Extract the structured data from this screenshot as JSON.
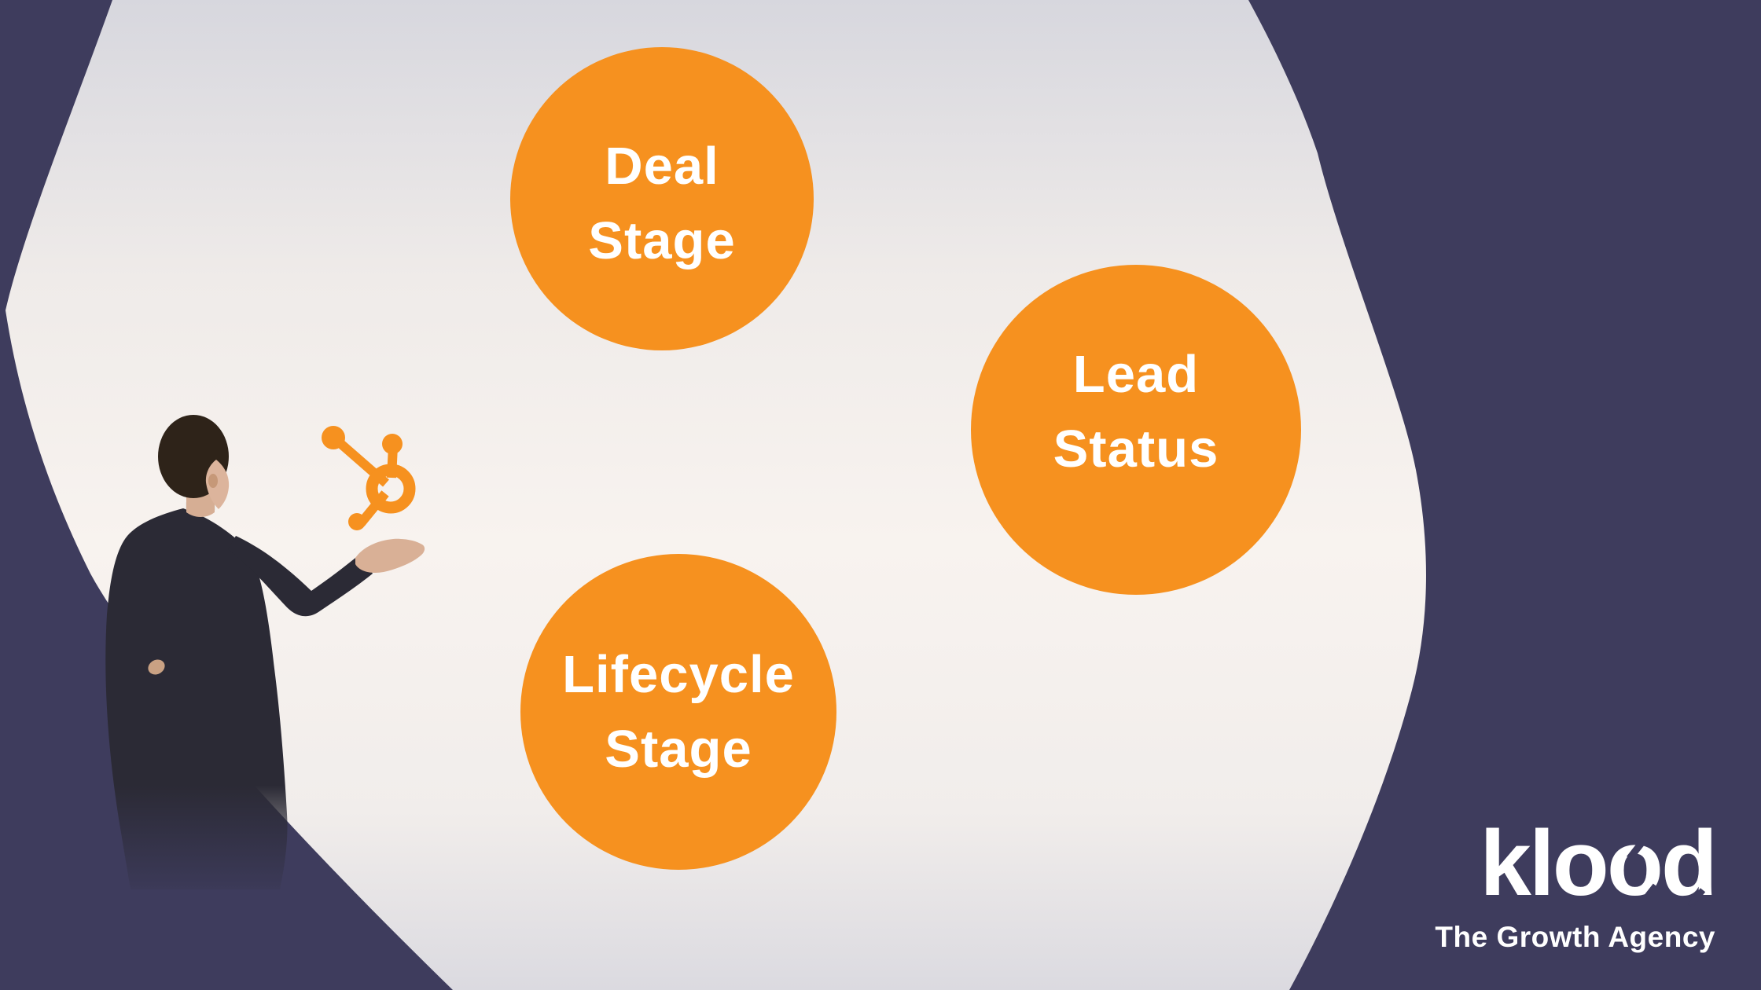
{
  "slide": {
    "bubbles": [
      {
        "id": "deal-stage",
        "line1": "Deal",
        "line2": "Stage"
      },
      {
        "id": "lead-status",
        "line1": "Lead",
        "line2": "Status"
      },
      {
        "id": "lifecycle-stage",
        "line1": "Lifecycle",
        "line2": "Stage"
      }
    ],
    "colors": {
      "background_navy": "#3E3C5D",
      "accent_orange": "#F6911F",
      "bubble_text": "#FFFFFF",
      "blob_top_grey": "#D8D8DE",
      "blob_warm_white": "#F8F3EF",
      "blob_bottom_grey": "#DCDBE1",
      "suit_dark": "#2B2A35",
      "skin_tone": "#D9B096"
    },
    "icons": {
      "hubspot_sprocket_icon": "orange sprocket: ring hub with three spoke balls"
    }
  },
  "branding": {
    "wordmark": "klood",
    "wordmark_kl": "kl",
    "wordmark_o1": "o",
    "wordmark_o2": "o",
    "wordmark_d": "d",
    "tagline": "The Growth Agency"
  }
}
